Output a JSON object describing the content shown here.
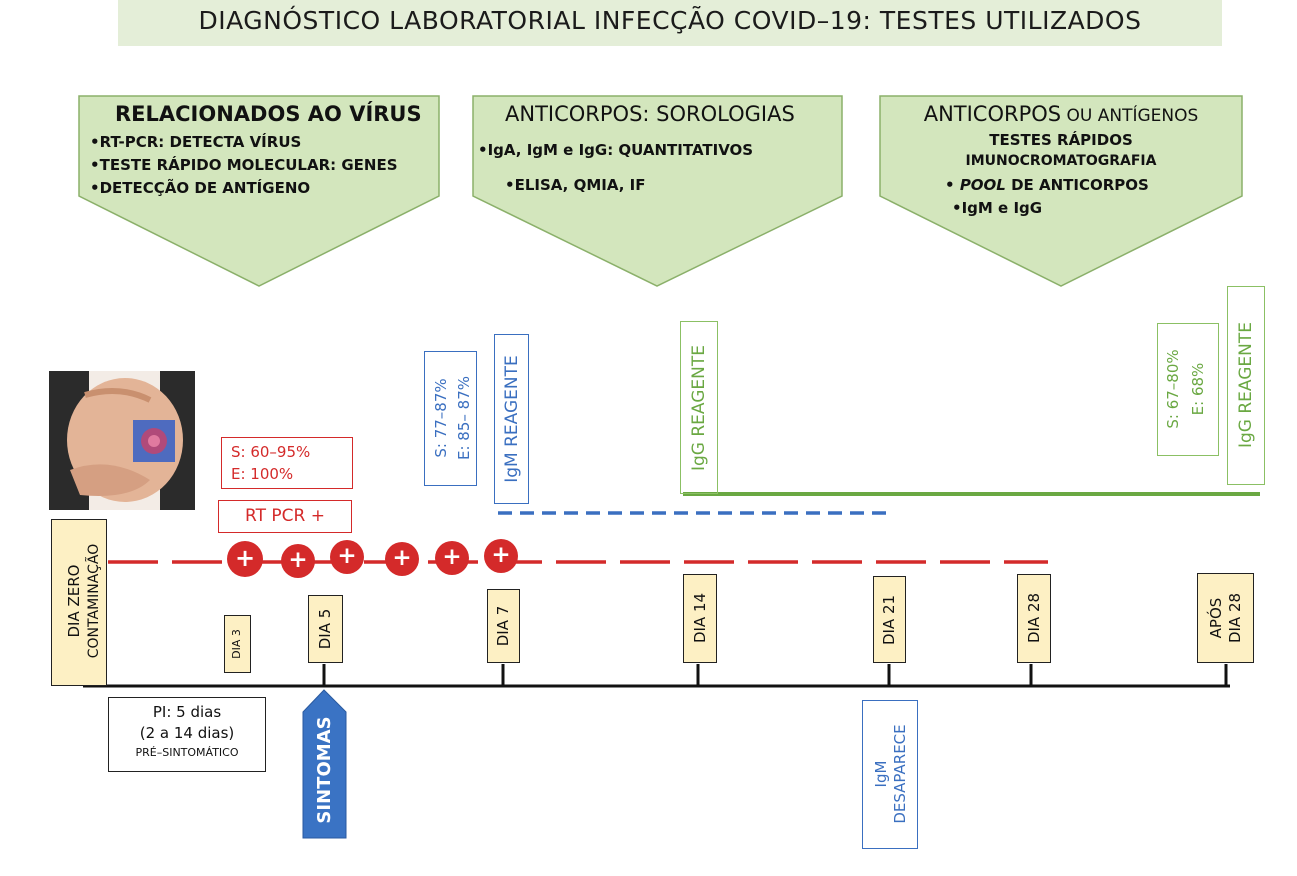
{
  "title": "DIAGNÓSTICO LABORATORIAL INFECÇÃO COVID–19: TESTES UTILIZADOS",
  "panels": {
    "virus": {
      "heading": "RELACIONADOS AO VÍRUS",
      "items": [
        "•RT-PCR: DETECTA VÍRUS",
        "•TESTE RÁPIDO MOLECULAR: GENES",
        "•DETECÇÃO DE ANTÍGENO"
      ]
    },
    "serology": {
      "heading": "ANTICORPOS: SOROLOGIAS",
      "items": [
        "•IgA, IgM e IgG: QUANTITATIVOS",
        "•ELISA, QMIA, IF"
      ]
    },
    "rapid": {
      "heading_bold": "ANTICORPOS",
      "heading_rest": " OU ANTÍGENOS",
      "line2": "TESTES RÁPIDOS",
      "line3": "IMUNOCROMATOGRAFIA",
      "pool_prefix": "• ",
      "pool_italic": "POOL",
      "pool_rest": " DE ANTICORPOS",
      "line5": "•IgM e IgG"
    }
  },
  "rtpcr": {
    "sens": "S: 60–95%",
    "spec": "E: 100%",
    "label": "RT PCR +",
    "plus": "+"
  },
  "igm": {
    "sens": "S: 77–87%",
    "spec": "E: 85– 87%",
    "reagent": "IgM REAGENTE",
    "disappears_1": "IgM",
    "disappears_2": "DESAPARECE"
  },
  "igg": {
    "reagent": "IgG REAGENTE",
    "sens": "S: 67–80%",
    "spec": "E: 68%",
    "reagent_late": "IgG REAGENTE"
  },
  "days": {
    "zero_1": "DIA ZERO",
    "zero_2": "CONTAMINAÇÃO",
    "d3": "DIA 3",
    "d5": "DIA 5",
    "d7": "DIA 7",
    "d14": "DIA 14",
    "d21": "DIA 21",
    "d28": "DIA 28",
    "after_1": "APÓS",
    "after_2": "DIA 28"
  },
  "incubation": {
    "line1": "PI: 5 dias",
    "line2": "(2 a 14 dias)",
    "line3": "PRÉ–SINTOMÁTICO"
  },
  "symptoms": "SINTOMAS",
  "colors": {
    "green_fill": "#d3e6bd",
    "green_line": "#6aa842",
    "red": "#d42a2a",
    "blue": "#3a6fc0",
    "day_box": "#fdf0c4",
    "title_bg": "#e4eed8"
  },
  "icons": {
    "photo": "pregnant-belly-with-virus-icon"
  }
}
